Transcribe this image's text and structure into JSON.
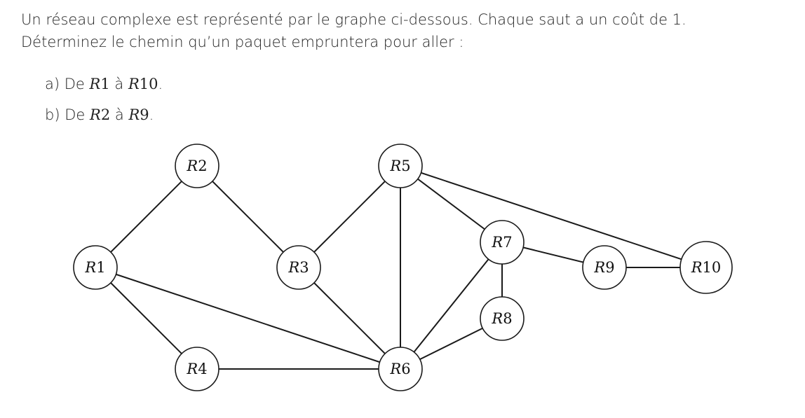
{
  "statement": {
    "line1": "Un réseau complexe est représenté par le graphe ci-dessous. Chaque saut a un coût de 1.",
    "line2": "Déterminez le chemin qu’un paquet empruntera pour aller :"
  },
  "questions": [
    {
      "marker": "a)",
      "prefix": "De",
      "from_letter": "R",
      "from_num": "1",
      "connector": "à",
      "to_letter": "R",
      "to_num": "10",
      "suffix": "."
    },
    {
      "marker": "b)",
      "prefix": "De",
      "from_letter": "R",
      "from_num": "2",
      "connector": "à",
      "to_letter": "R",
      "to_num": "9",
      "suffix": "."
    }
  ],
  "graph": {
    "nodes": [
      {
        "id": "R1",
        "letter": "R",
        "num": "1"
      },
      {
        "id": "R2",
        "letter": "R",
        "num": "2"
      },
      {
        "id": "R3",
        "letter": "R",
        "num": "3"
      },
      {
        "id": "R4",
        "letter": "R",
        "num": "4"
      },
      {
        "id": "R5",
        "letter": "R",
        "num": "5"
      },
      {
        "id": "R6",
        "letter": "R",
        "num": "6"
      },
      {
        "id": "R7",
        "letter": "R",
        "num": "7"
      },
      {
        "id": "R8",
        "letter": "R",
        "num": "8"
      },
      {
        "id": "R9",
        "letter": "R",
        "num": "9"
      },
      {
        "id": "R10",
        "letter": "R",
        "num": "10"
      }
    ],
    "edges": [
      [
        "R1",
        "R2"
      ],
      [
        "R2",
        "R3"
      ],
      [
        "R3",
        "R5"
      ],
      [
        "R1",
        "R4"
      ],
      [
        "R1",
        "R6"
      ],
      [
        "R4",
        "R6"
      ],
      [
        "R3",
        "R6"
      ],
      [
        "R5",
        "R6"
      ],
      [
        "R5",
        "R7"
      ],
      [
        "R5",
        "R10"
      ],
      [
        "R7",
        "R9"
      ],
      [
        "R9",
        "R10"
      ],
      [
        "R7",
        "R8"
      ],
      [
        "R7",
        "R6"
      ],
      [
        "R8",
        "R6"
      ]
    ]
  }
}
